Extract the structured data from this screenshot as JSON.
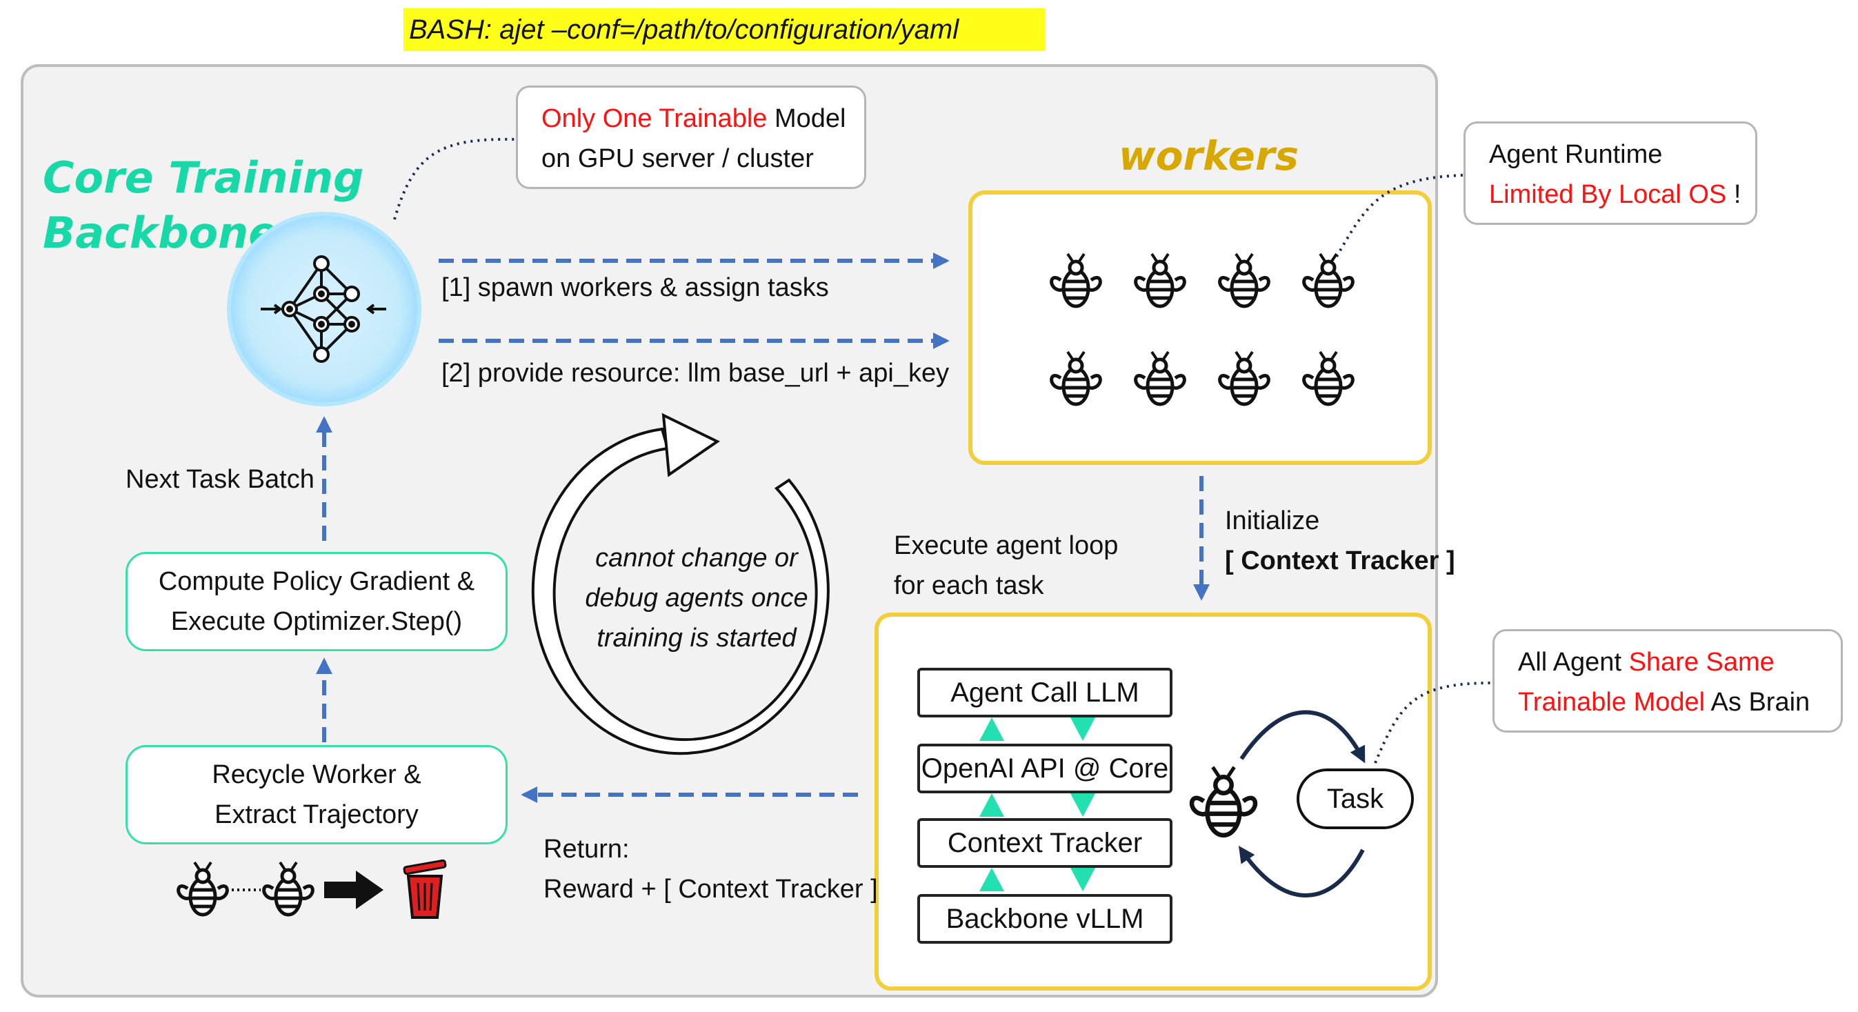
{
  "bash": "BASH:  ajet –conf=/path/to/configuration/yaml",
  "core": {
    "title_line1": "Core Training",
    "title_line2": "Backbone"
  },
  "model_callout": {
    "red": "Only One Trainable",
    "rest1": " Model",
    "line2": "on GPU server / cluster"
  },
  "workers_title": "workers",
  "runtime_callout": {
    "line1": "Agent Runtime",
    "red": "Limited By Local OS",
    "rest2": " !"
  },
  "arrows": {
    "spawn": "[1] spawn workers & assign tasks",
    "provide": "[2] provide resource: llm base_url + api_key"
  },
  "next_batch": "Next Task Batch",
  "policy_box": {
    "line1": "Compute Policy Gradient &",
    "line2": "Execute Optimizer.Step()"
  },
  "recycle_box": {
    "line1": "Recycle Worker &",
    "line2": "Extract Trajectory"
  },
  "cycle_text": {
    "line1": "cannot change or",
    "line2": "debug agents once",
    "line3": "training is started"
  },
  "initialize": {
    "line1": "Initialize",
    "line2": "[ Context Tracker ]"
  },
  "execute": {
    "line1": "Execute agent loop",
    "line2": "for each  task"
  },
  "return_label": {
    "line1": "Return:",
    "line2": "Reward + [ Context Tracker ]"
  },
  "stack": {
    "items": [
      "Agent Call LLM",
      "OpenAI API @ Core",
      "Context Tracker",
      "Backbone vLLM"
    ]
  },
  "task_label": "Task",
  "brain_callout": {
    "line1a": "All Agent ",
    "red1": "Share Same",
    "red2": "Trainable Model",
    "rest2": " As Brain"
  },
  "colors": {
    "accent_blue": "#4472c4",
    "core_green": "#17d9a8",
    "workers_gold": "#d8a800",
    "red": "#ff1111",
    "teal_arrow": "#22e0b0"
  }
}
